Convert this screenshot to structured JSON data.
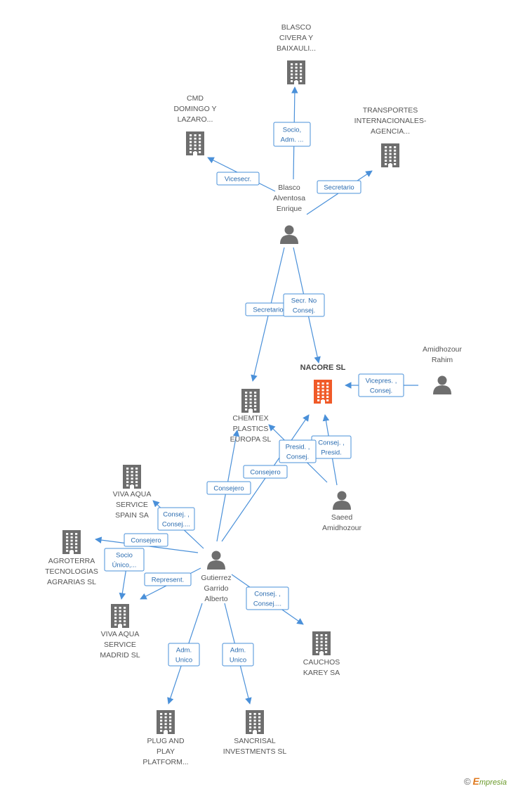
{
  "colors": {
    "company": "#6e6e6e",
    "focus": "#f05a28",
    "person": "#6e6e6e",
    "edge": "#4a90d9"
  },
  "nodes": [
    {
      "id": "blasco_civera",
      "type": "company",
      "lines": [
        "BLASCO",
        "CIVERA Y",
        "BAIXAULI..."
      ]
    },
    {
      "id": "cmd",
      "type": "company",
      "lines": [
        "CMD",
        "DOMINGO Y",
        "LAZARO..."
      ]
    },
    {
      "id": "transportes",
      "type": "company",
      "lines": [
        "TRANSPORTES",
        "INTERNACIONALES-",
        "AGENCIA..."
      ]
    },
    {
      "id": "blasco_alventosa",
      "type": "person",
      "lines": [
        "Blasco",
        "Alventosa",
        "Enrique"
      ]
    },
    {
      "id": "nacore",
      "type": "focus",
      "lines": [
        "NACORE SL"
      ]
    },
    {
      "id": "amidhozour_rahim",
      "type": "person",
      "lines": [
        "Amidhozour",
        "Rahim"
      ]
    },
    {
      "id": "chemtex",
      "type": "company",
      "lines": [
        "CHEMTEX",
        "PLASTICS",
        "EUROPA SL"
      ]
    },
    {
      "id": "saeed",
      "type": "person",
      "lines": [
        "Saeed",
        "Amidhozour"
      ]
    },
    {
      "id": "viva_spain",
      "type": "company",
      "lines": [
        "VIVA AQUA",
        "SERVICE",
        "SPAIN SA"
      ]
    },
    {
      "id": "agroterra",
      "type": "company",
      "lines": [
        "AGROTERRA",
        "TECNOLOGIAS",
        "AGRARIAS SL"
      ]
    },
    {
      "id": "gutierrez",
      "type": "person",
      "lines": [
        "Gutierrez",
        "Garrido",
        "Alberto"
      ]
    },
    {
      "id": "viva_madrid",
      "type": "company",
      "lines": [
        "VIVA AQUA",
        "SERVICE",
        "MADRID  SL"
      ]
    },
    {
      "id": "caucho",
      "type": "company",
      "lines": [
        "CAUCHOS",
        "KAREY SA"
      ]
    },
    {
      "id": "plug",
      "type": "company",
      "lines": [
        "PLUG AND",
        "PLAY",
        "PLATFORM..."
      ]
    },
    {
      "id": "sancrisal",
      "type": "company",
      "lines": [
        "SANCRISAL",
        "INVESTMENTS SL"
      ]
    }
  ],
  "edges": [
    {
      "from": "blasco_alventosa",
      "to": "blasco_civera",
      "label": [
        "Socio,",
        "Adm. ..."
      ]
    },
    {
      "from": "blasco_alventosa",
      "to": "cmd",
      "label": [
        "Vicesecr."
      ]
    },
    {
      "from": "blasco_alventosa",
      "to": "transportes",
      "label": [
        "Secretario"
      ]
    },
    {
      "from": "blasco_alventosa",
      "to": "chemtex",
      "label": [
        "Secretario"
      ]
    },
    {
      "from": "blasco_alventosa",
      "to": "nacore",
      "label": [
        "Secr.  No",
        "Consej."
      ]
    },
    {
      "from": "amidhozour_rahim",
      "to": "nacore",
      "label": [
        "Vicepres. ,",
        "Consej."
      ]
    },
    {
      "from": "saeed",
      "to": "nacore",
      "label": [
        "Consej. ,",
        "Presid."
      ]
    },
    {
      "from": "saeed",
      "to": "chemtex",
      "label": [
        "Presid. ,",
        "Consej."
      ]
    },
    {
      "from": "gutierrez",
      "to": "nacore",
      "label": [
        "Consejero"
      ]
    },
    {
      "from": "gutierrez",
      "to": "chemtex",
      "label": [
        "Consejero"
      ]
    },
    {
      "from": "gutierrez",
      "to": "viva_spain",
      "label": [
        "Consej. ,",
        "Consej...."
      ]
    },
    {
      "from": "gutierrez",
      "to": "agroterra",
      "label": [
        "Consejero"
      ]
    },
    {
      "from": "gutierrez",
      "to": "viva_madrid",
      "label": [
        "Represent."
      ]
    },
    {
      "from": "agroterra",
      "to": "viva_madrid",
      "label": [
        "Socio",
        "Único,..."
      ]
    },
    {
      "from": "gutierrez",
      "to": "caucho",
      "label": [
        "Consej. ,",
        "Consej...."
      ]
    },
    {
      "from": "gutierrez",
      "to": "plug",
      "label": [
        "Adm.",
        "Unico"
      ]
    },
    {
      "from": "gutierrez",
      "to": "sancrisal",
      "label": [
        "Adm.",
        "Unico"
      ]
    }
  ],
  "footer": {
    "copyright": "©",
    "brand_first": "E",
    "brand_rest": "mpresia"
  }
}
